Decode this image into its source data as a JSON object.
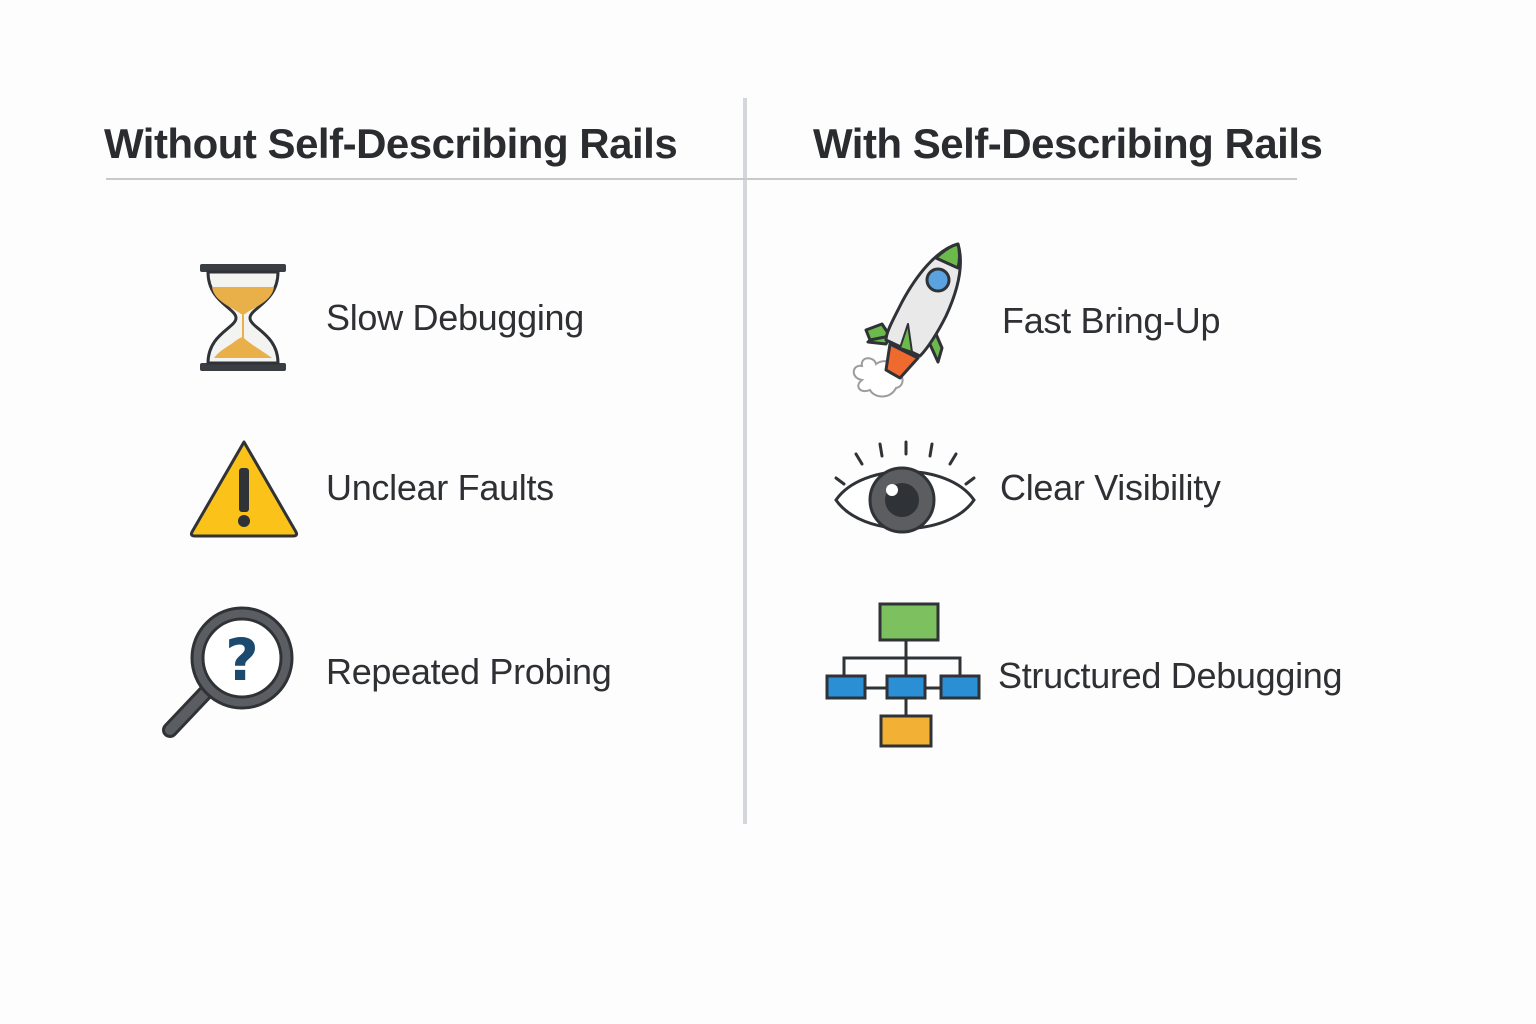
{
  "left_column": {
    "title": "Without Self-Describing Rails",
    "items": [
      {
        "label": "Slow Debugging",
        "icon": "hourglass-icon"
      },
      {
        "label": "Unclear Faults",
        "icon": "warning-icon"
      },
      {
        "label": "Repeated Probing",
        "icon": "magnifier-question-icon"
      }
    ]
  },
  "right_column": {
    "title": "With Self-Describing Rails",
    "items": [
      {
        "label": "Fast Bring-Up",
        "icon": "rocket-icon"
      },
      {
        "label": "Clear Visibility",
        "icon": "eye-icon"
      },
      {
        "label": "Structured Debugging",
        "icon": "hierarchy-icon"
      }
    ]
  },
  "colors": {
    "text": "#2e3034",
    "outline": "#33363a",
    "sand": "#e9b04a",
    "warning_yellow": "#fbc21a",
    "question_blue": "#1c4a6e",
    "rocket_green": "#6cb94c",
    "rocket_window": "#5ba3e0",
    "flame": "#ee6a2f",
    "eye_iris": "#5b5d60",
    "node_green": "#7dc060",
    "node_blue": "#2b8fd6",
    "node_orange": "#f2b134"
  }
}
